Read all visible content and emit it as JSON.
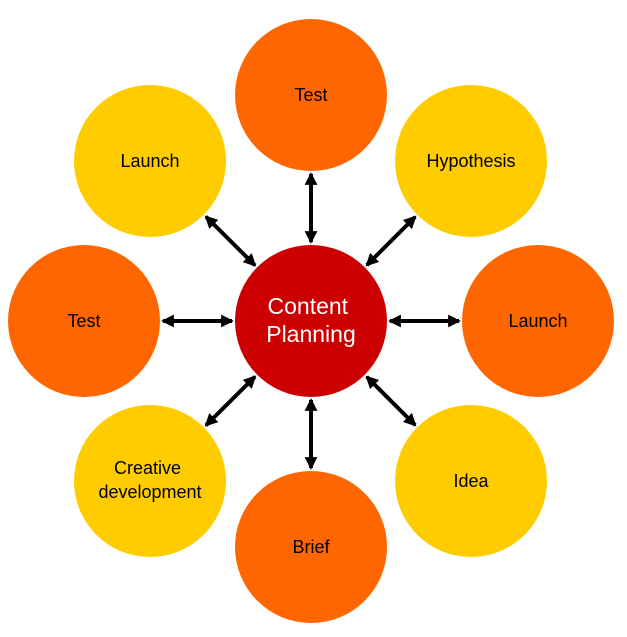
{
  "colors": {
    "center": "#cc0000",
    "orange": "#ff6600",
    "yellow": "#ffcc00",
    "arrow": "#000000",
    "center_text": "#ffffff",
    "node_text": "#000000"
  },
  "center": {
    "lines": [
      "Content",
      "Planning"
    ]
  },
  "nodes": [
    {
      "id": "top",
      "lines": [
        "Test"
      ],
      "color": "orange"
    },
    {
      "id": "top-right",
      "lines": [
        "Hypothesis"
      ],
      "color": "yellow"
    },
    {
      "id": "right",
      "lines": [
        "Launch"
      ],
      "color": "orange"
    },
    {
      "id": "bottom-right",
      "lines": [
        "Idea"
      ],
      "color": "yellow"
    },
    {
      "id": "bottom",
      "lines": [
        "Brief"
      ],
      "color": "orange"
    },
    {
      "id": "bottom-left",
      "lines": [
        "Creative",
        "development"
      ],
      "color": "yellow"
    },
    {
      "id": "left",
      "lines": [
        "Test"
      ],
      "color": "orange"
    },
    {
      "id": "top-left",
      "lines": [
        "Launch"
      ],
      "color": "yellow"
    }
  ]
}
